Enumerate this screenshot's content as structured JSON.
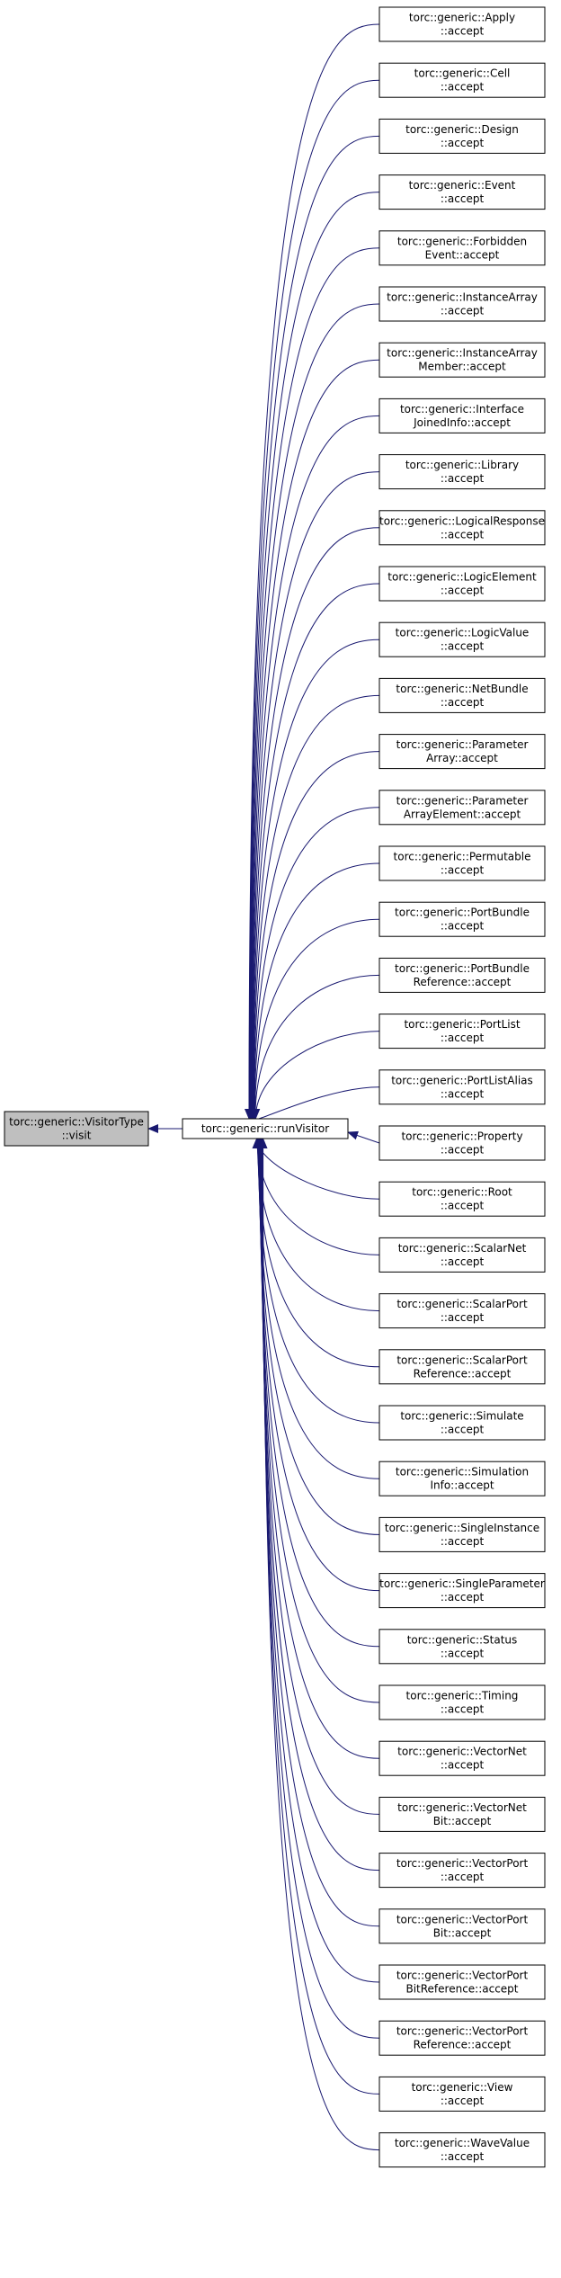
{
  "root": {
    "lines": [
      "torc::generic::VisitorType",
      "::visit"
    ],
    "fill": "#bfbfbf"
  },
  "center": {
    "lines": [
      "torc::generic::runVisitor"
    ],
    "fill": "#ffffff"
  },
  "colors": {
    "edge": "#191970",
    "box_stroke": "#000000",
    "box_fill": "#ffffff",
    "root_fill": "#bfbfbf"
  },
  "callers": [
    {
      "lines": [
        "torc::generic::Apply",
        "::accept"
      ]
    },
    {
      "lines": [
        "torc::generic::Cell",
        "::accept"
      ]
    },
    {
      "lines": [
        "torc::generic::Design",
        "::accept"
      ]
    },
    {
      "lines": [
        "torc::generic::Event",
        "::accept"
      ]
    },
    {
      "lines": [
        "torc::generic::Forbidden",
        "Event::accept"
      ]
    },
    {
      "lines": [
        "torc::generic::InstanceArray",
        "::accept"
      ]
    },
    {
      "lines": [
        "torc::generic::InstanceArray",
        "Member::accept"
      ]
    },
    {
      "lines": [
        "torc::generic::Interface",
        "JoinedInfo::accept"
      ]
    },
    {
      "lines": [
        "torc::generic::Library",
        "::accept"
      ]
    },
    {
      "lines": [
        "torc::generic::LogicalResponse",
        "::accept"
      ]
    },
    {
      "lines": [
        "torc::generic::LogicElement",
        "::accept"
      ]
    },
    {
      "lines": [
        "torc::generic::LogicValue",
        "::accept"
      ]
    },
    {
      "lines": [
        "torc::generic::NetBundle",
        "::accept"
      ]
    },
    {
      "lines": [
        "torc::generic::Parameter",
        "Array::accept"
      ]
    },
    {
      "lines": [
        "torc::generic::Parameter",
        "ArrayElement::accept"
      ]
    },
    {
      "lines": [
        "torc::generic::Permutable",
        "::accept"
      ]
    },
    {
      "lines": [
        "torc::generic::PortBundle",
        "::accept"
      ]
    },
    {
      "lines": [
        "torc::generic::PortBundle",
        "Reference::accept"
      ]
    },
    {
      "lines": [
        "torc::generic::PortList",
        "::accept"
      ]
    },
    {
      "lines": [
        "torc::generic::PortListAlias",
        "::accept"
      ]
    },
    {
      "lines": [
        "torc::generic::Property",
        "::accept"
      ]
    },
    {
      "lines": [
        "torc::generic::Root",
        "::accept"
      ]
    },
    {
      "lines": [
        "torc::generic::ScalarNet",
        "::accept"
      ]
    },
    {
      "lines": [
        "torc::generic::ScalarPort",
        "::accept"
      ]
    },
    {
      "lines": [
        "torc::generic::ScalarPort",
        "Reference::accept"
      ]
    },
    {
      "lines": [
        "torc::generic::Simulate",
        "::accept"
      ]
    },
    {
      "lines": [
        "torc::generic::Simulation",
        "Info::accept"
      ]
    },
    {
      "lines": [
        "torc::generic::SingleInstance",
        "::accept"
      ]
    },
    {
      "lines": [
        "torc::generic::SingleParameter",
        "::accept"
      ]
    },
    {
      "lines": [
        "torc::generic::Status",
        "::accept"
      ]
    },
    {
      "lines": [
        "torc::generic::Timing",
        "::accept"
      ]
    },
    {
      "lines": [
        "torc::generic::VectorNet",
        "::accept"
      ]
    },
    {
      "lines": [
        "torc::generic::VectorNet",
        "Bit::accept"
      ]
    },
    {
      "lines": [
        "torc::generic::VectorPort",
        "::accept"
      ]
    },
    {
      "lines": [
        "torc::generic::VectorPort",
        "Bit::accept"
      ]
    },
    {
      "lines": [
        "torc::generic::VectorPort",
        "BitReference::accept"
      ]
    },
    {
      "lines": [
        "torc::generic::VectorPort",
        "Reference::accept"
      ]
    },
    {
      "lines": [
        "torc::generic::View",
        "::accept"
      ]
    },
    {
      "lines": [
        "torc::generic::WaveValue",
        "::accept"
      ]
    }
  ]
}
